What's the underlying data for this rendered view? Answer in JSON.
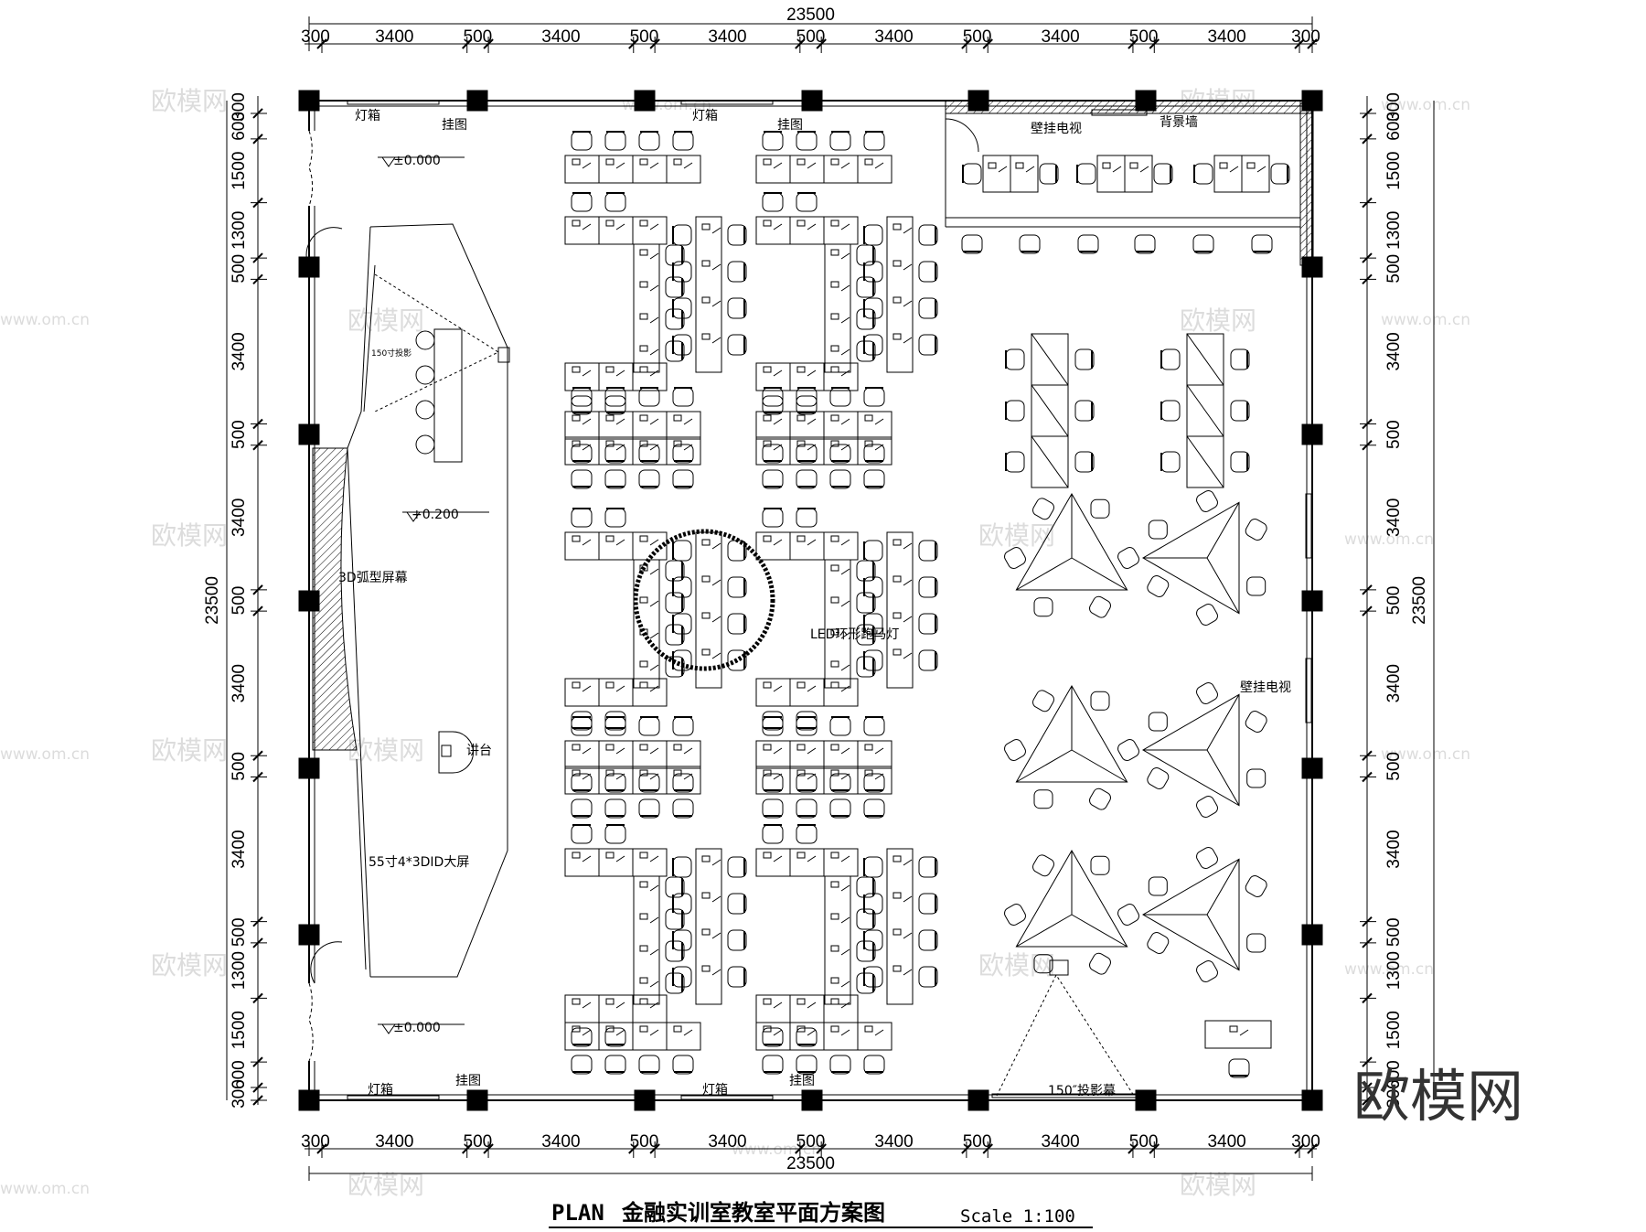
{
  "title": {
    "plan": "PLAN",
    "name": "金融实训室教室平面方案图",
    "scale": "Scale 1:100"
  },
  "dimensions": {
    "total": "23500",
    "horizontal": [
      "300",
      "3400",
      "500",
      "3400",
      "500",
      "3400",
      "500",
      "3400",
      "500",
      "3400",
      "500",
      "3400",
      "300"
    ],
    "vertical": [
      "300",
      "600",
      "1500",
      "1300",
      "500",
      "3400",
      "500",
      "3400",
      "500",
      "3400",
      "500",
      "3400",
      "500",
      "1300",
      "1500",
      "600",
      "300"
    ]
  },
  "labels": {
    "lightbox": "灯箱",
    "hanging_picture": "挂图",
    "wall_tv": "壁挂电视",
    "background_wall": "背景墙",
    "level_zero_top": "±0.000",
    "level_zero_bottom": "±0.000",
    "level_stage": "+0.200",
    "curved_screen": "3D弧型屏幕",
    "podium": "讲台",
    "big_screen": "55寸4*3DID大屏",
    "projection_150": "150寸投影",
    "led_light": "LED环形跑马灯",
    "projection_screen": "150″投影幕"
  },
  "watermark": {
    "brand": "欧模网",
    "url": "www.om.cn",
    "corner": "欧模网"
  },
  "colors": {
    "line": "#000000",
    "watermark": "#dcdcdc"
  }
}
